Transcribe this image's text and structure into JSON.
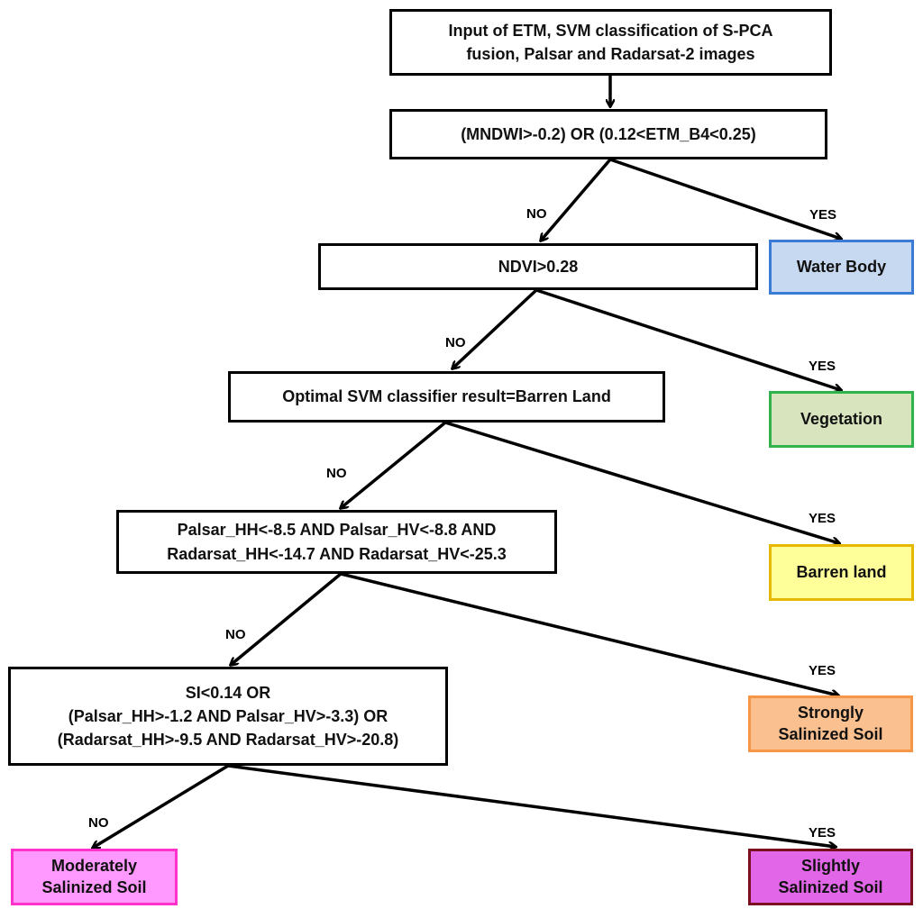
{
  "nodes": {
    "input": [
      "Input of ETM, SVM classification of S-PCA",
      "fusion, Palsar and Radarsat-2 images"
    ],
    "d1": [
      "(MNDWI>-0.2) OR (0.12<ETM_B4<0.25)"
    ],
    "d2": [
      "NDVI>0.28"
    ],
    "d3": [
      "Optimal SVM classifier result=Barren Land"
    ],
    "d4": [
      "Palsar_HH<-8.5  AND Palsar_HV<-8.8 AND",
      "Radarsat_HH<-14.7  AND Radarsat_HV<-25.3"
    ],
    "d5": [
      "SI<0.14 OR",
      "(Palsar_HH>-1.2 AND Palsar_HV>-3.3) OR",
      "(Radarsat_HH>-9.5 AND Radarsat_HV>-20.8)"
    ],
    "water": [
      "Water Body"
    ],
    "veg": [
      "Vegetation"
    ],
    "barren": [
      "Barren land"
    ],
    "strong": [
      "Strongly",
      "Salinized Soil"
    ],
    "moderate": [
      "Moderately",
      "Salinized Soil"
    ],
    "slight": [
      "Slightly",
      "Salinized Soil"
    ]
  },
  "edge_labels": {
    "yes": "YES",
    "no": "NO"
  },
  "colors": {
    "water": {
      "fill": "#c6d9f1",
      "border": "#3a7bd5"
    },
    "veg": {
      "fill": "#d7e4bd",
      "border": "#2fb34a"
    },
    "barren": {
      "fill": "#ffff99",
      "border": "#e6b800"
    },
    "strong": {
      "fill": "#fac090",
      "border": "#f79646"
    },
    "moderate": {
      "fill": "#ff99ff",
      "border": "#ff33cc"
    },
    "slight": {
      "fill": "#e266e8",
      "border": "#7b0f1f"
    }
  }
}
